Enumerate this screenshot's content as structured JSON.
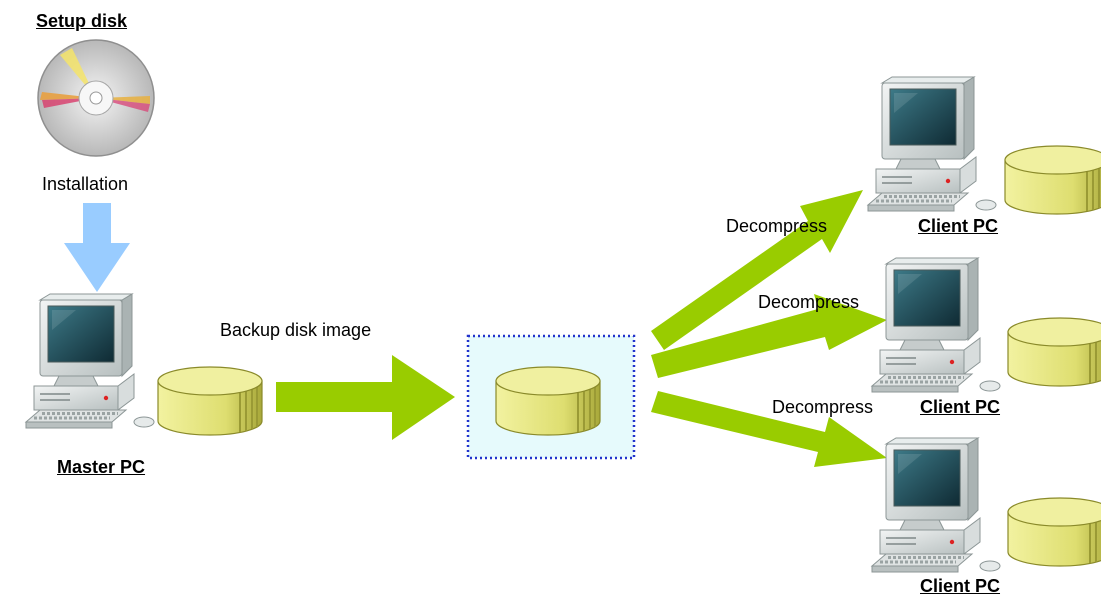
{
  "labels": {
    "setup_disk": "Setup disk",
    "installation": "Installation",
    "master_pc": "Master PC",
    "backup": "Backup disk image",
    "decompress_1": "Decompress",
    "decompress_2": "Decompress",
    "decompress_3": "Decompress",
    "client_1": "Client PC",
    "client_2": "Client PC",
    "client_3": "Client PC"
  },
  "colors": {
    "arrow_green": "#99cc00",
    "arrow_blue": "#99ccff",
    "disk_yellow": "#eeee88",
    "image_box_fill": "#e6fafc",
    "image_box_border": "#2233cc"
  },
  "icons": [
    "cd-disc-icon",
    "computer-icon",
    "disk-cylinder-icon"
  ]
}
